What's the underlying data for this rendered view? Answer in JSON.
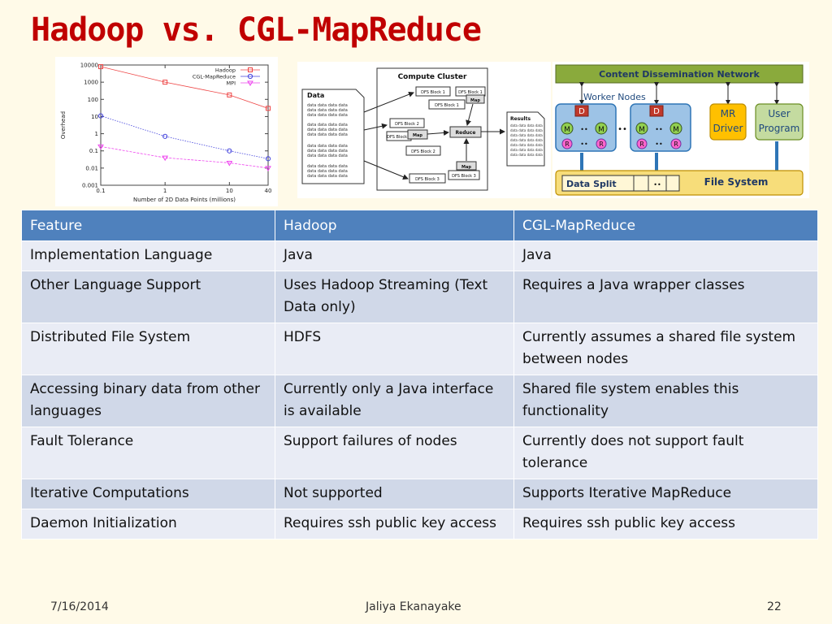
{
  "slide": {
    "title": "Hadoop vs. CGL-MapReduce",
    "date": "7/16/2014",
    "author": "Jaliya Ekanayake",
    "page_number": "22"
  },
  "chart_data": {
    "type": "line",
    "x_scale": "log",
    "y_scale": "log",
    "xlabel": "Number of 2D Data Points (millions)",
    "ylabel": "Overhead",
    "x_ticks": [
      "0.1",
      "1",
      "10",
      "40"
    ],
    "y_ticks": [
      "0.001",
      "0.01",
      "0.1",
      "1",
      "10",
      "100",
      "1000",
      "10000"
    ],
    "xlim": [
      0.1,
      40
    ],
    "ylim": [
      0.001,
      10000
    ],
    "legend_position": "top-right",
    "grid": false,
    "series": [
      {
        "name": "Hadoop",
        "color": "#ee4444",
        "marker": "square",
        "x": [
          0.1,
          1,
          10,
          40
        ],
        "y": [
          8000,
          1000,
          180,
          30
        ]
      },
      {
        "name": "CGL-MapReduce",
        "color": "#4444dd",
        "marker": "circle",
        "x": [
          0.1,
          1,
          10,
          40
        ],
        "y": [
          11,
          0.7,
          0.1,
          0.035
        ]
      },
      {
        "name": "MPI",
        "color": "#ee44ee",
        "marker": "triangle",
        "x": [
          0.1,
          1,
          10,
          40
        ],
        "y": [
          0.18,
          0.04,
          0.02,
          0.01
        ]
      }
    ]
  },
  "cluster_diagram": {
    "title": "Compute Cluster",
    "data_label": "Data",
    "data_lines": [
      "data data data data",
      "data data data data",
      "data data data data"
    ],
    "blocks": [
      "DFS Block 1",
      "DFS Block 2",
      "DFS Block 3"
    ],
    "map_label": "Map",
    "reduce_label": "Reduce",
    "results_label": "Results"
  },
  "workers_diagram": {
    "network": "Content Dissemination Network",
    "worker_nodes": "Worker Nodes",
    "d": "D",
    "m": "M",
    "r": "R",
    "dots": "••",
    "mr_driver": [
      "MR",
      "Driver"
    ],
    "user_program": [
      "User",
      "Program"
    ],
    "data_split": "Data Split",
    "file_system": "File System"
  },
  "table": {
    "headers": [
      "Feature",
      "Hadoop",
      "CGL-MapReduce"
    ],
    "rows": [
      [
        "Implementation Language",
        "Java",
        "Java"
      ],
      [
        "Other Language Support",
        "Uses Hadoop Streaming (Text Data only)",
        "Requires a Java wrapper classes"
      ],
      [
        "Distributed File System",
        "HDFS",
        "Currently assumes a shared file system between nodes"
      ],
      [
        "Accessing binary data from other languages",
        "Currently only a Java interface is available",
        "Shared file system enables this functionality"
      ],
      [
        "Fault Tolerance",
        "Support failures of nodes",
        "Currently does not support fault tolerance"
      ],
      [
        "Iterative Computations",
        "Not supported",
        "Supports Iterative MapReduce"
      ],
      [
        "Daemon Initialization",
        "Requires ssh public key access",
        "Requires ssh public key access"
      ]
    ]
  }
}
